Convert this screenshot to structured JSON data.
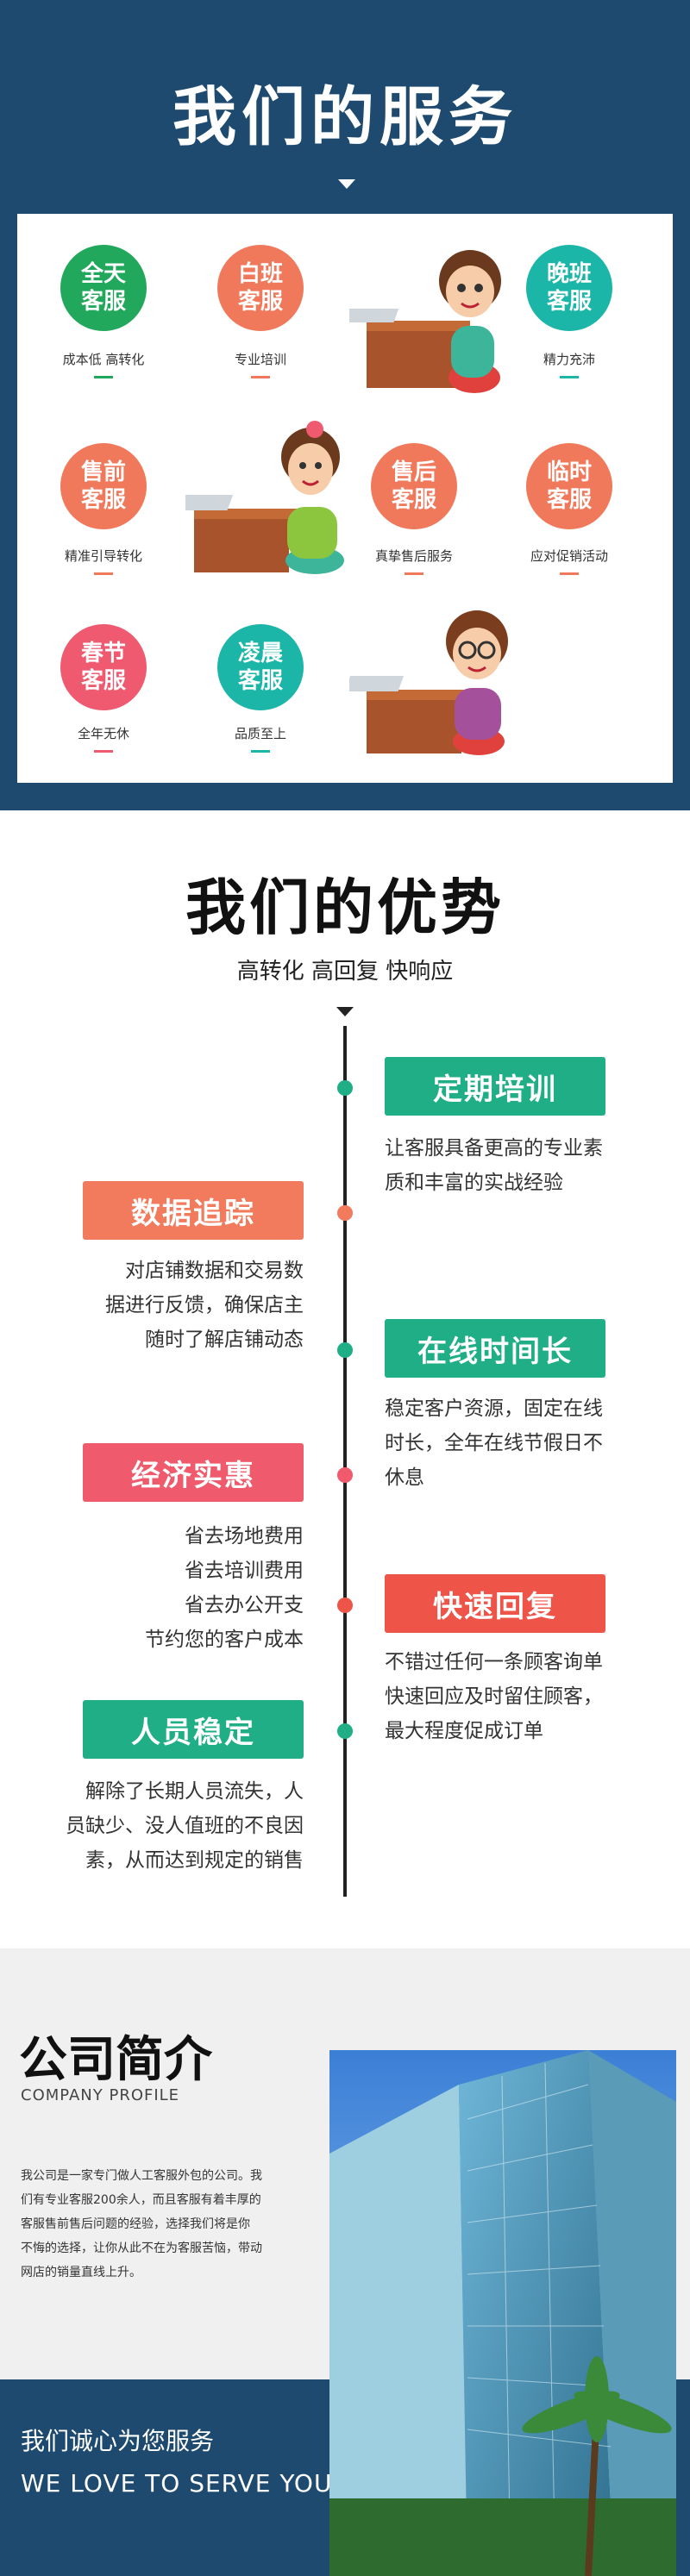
{
  "services": {
    "title": "我们的服务",
    "items": [
      {
        "line1": "全天",
        "line2": "客服",
        "caption": "成本低 高转化",
        "color": "#22a85c"
      },
      {
        "line1": "白班",
        "line2": "客服",
        "caption": "专业培训",
        "color": "#f0795c"
      },
      {
        "line1": "晚班",
        "line2": "客服",
        "caption": "精力充沛",
        "color": "#1cb6a8"
      },
      {
        "line1": "售前",
        "line2": "客服",
        "caption": "精准引导转化",
        "color": "#f0795c"
      },
      {
        "line1": "售后",
        "line2": "客服",
        "caption": "真挚售后服务",
        "color": "#f0795c"
      },
      {
        "line1": "临时",
        "line2": "客服",
        "caption": "应对促销活动",
        "color": "#f0795c"
      },
      {
        "line1": "春节",
        "line2": "客服",
        "caption": "全年无休",
        "color": "#ef5a70"
      },
      {
        "line1": "凌晨",
        "line2": "客服",
        "caption": "品质至上",
        "color": "#1cb6a8"
      }
    ]
  },
  "advantages": {
    "title": "我们的优势",
    "subtitle": "高转化 高回复 快响应",
    "right": [
      {
        "tag": "定期培训",
        "desc1": "让客服具备更高的专业素",
        "desc2": "质和丰富的实战经验",
        "color": "#1fae86"
      },
      {
        "tag": "在线时间长",
        "desc1": "稳定客户资源，固定在线",
        "desc2": "时长，全年在线节假日不",
        "desc3": "休息",
        "color": "#1fae86"
      },
      {
        "tag": "快速回复",
        "desc1": "不错过任何一条顾客询单",
        "desc2": "快速回应及时留住顾客，",
        "desc3": "最大程度促成订单",
        "color": "#ef5449"
      }
    ],
    "left": [
      {
        "tag": "数据追踪",
        "desc1": "对店铺数据和交易数",
        "desc2": "据进行反馈，确保店主",
        "desc3": "随时了解店铺动态",
        "color": "#f27b5d"
      },
      {
        "tag": "经济实惠",
        "desc1": "省去场地费用",
        "desc2": "省去培训费用",
        "desc3": "省去办公开支",
        "desc4": "节约您的客户成本",
        "color": "#ef5a6c"
      },
      {
        "tag": "人员稳定",
        "desc1": "解除了长期人员流失，人",
        "desc2": "员缺少、没人值班的不良因",
        "desc3": "素，从而达到规定的销售",
        "color": "#1fae86"
      }
    ]
  },
  "company": {
    "title": "公司简介",
    "subtitle": "COMPANY PROFILE",
    "text1": "我公司是一家专门做人工客服外包的公司。我",
    "text2": "们有专业客服200余人，而且客服有着丰厚的",
    "text3": "客服售前售后问题的经验，选择我们将是你",
    "text4": "不悔的选择，让你从此不在为客服苦恼，带动",
    "text5": "网店的销量直线上升。",
    "slogan_cn": "我们诚心为您服务",
    "slogan_en": "WE LOVE TO SERVE YOU"
  }
}
